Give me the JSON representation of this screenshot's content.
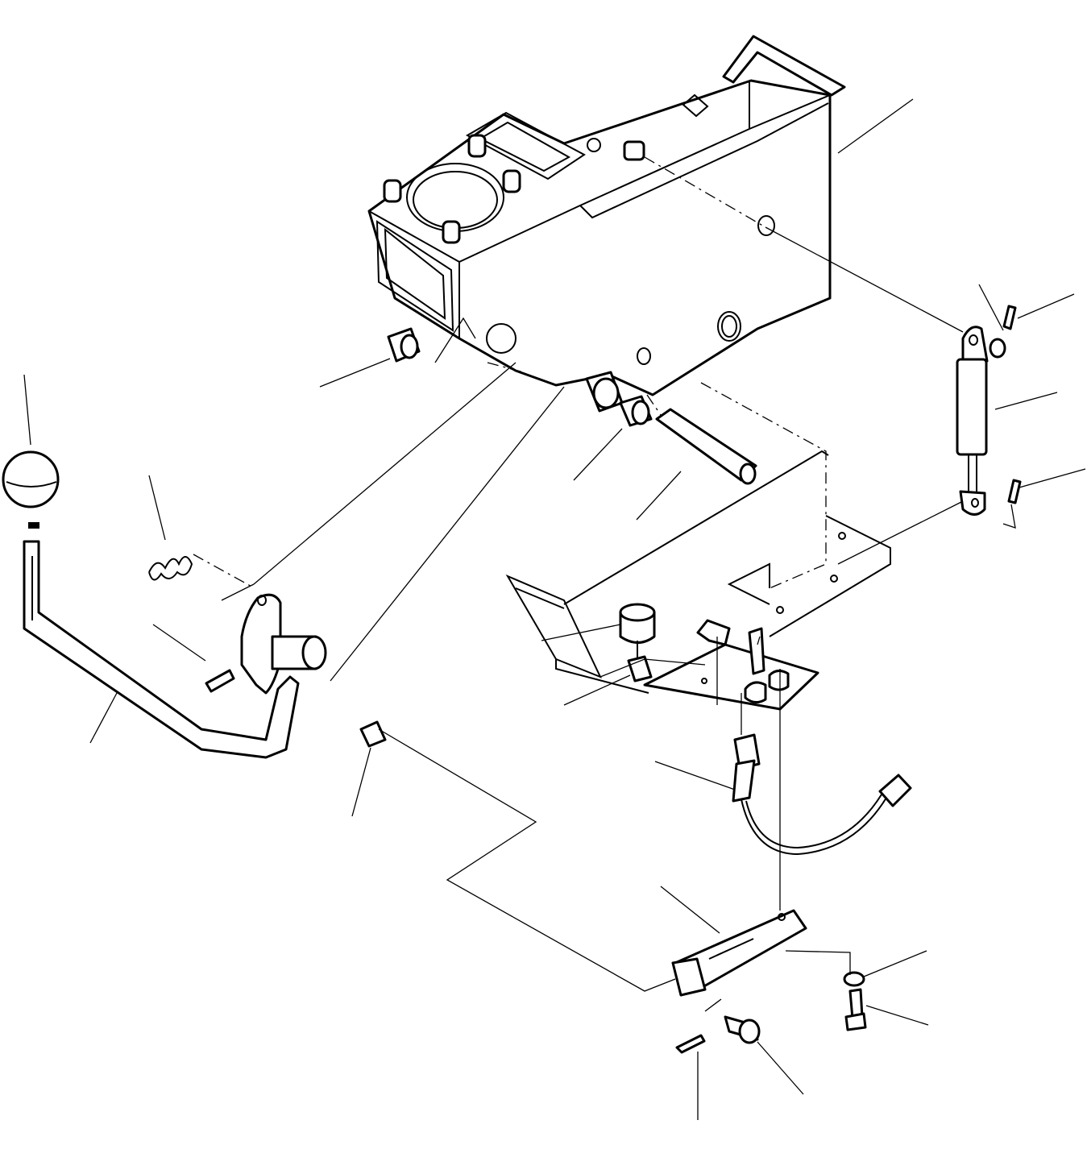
{
  "diagram": {
    "colors": {
      "line": "#000000",
      "background": "#ffffff"
    },
    "parts": [
      {
        "name": "console-housing"
      },
      {
        "name": "gas-spring"
      },
      {
        "name": "shift-lever"
      },
      {
        "name": "lever-knob"
      },
      {
        "name": "return-spring"
      },
      {
        "name": "lever-bracket"
      },
      {
        "name": "pivot-pin"
      },
      {
        "name": "bushings"
      },
      {
        "name": "stopper"
      },
      {
        "name": "mounting-plate"
      },
      {
        "name": "sensor-with-cable"
      },
      {
        "name": "link-plate"
      },
      {
        "name": "bolt-and-washer"
      },
      {
        "name": "clevis-pin-and-cotter"
      }
    ],
    "leader_line_count": 23
  }
}
